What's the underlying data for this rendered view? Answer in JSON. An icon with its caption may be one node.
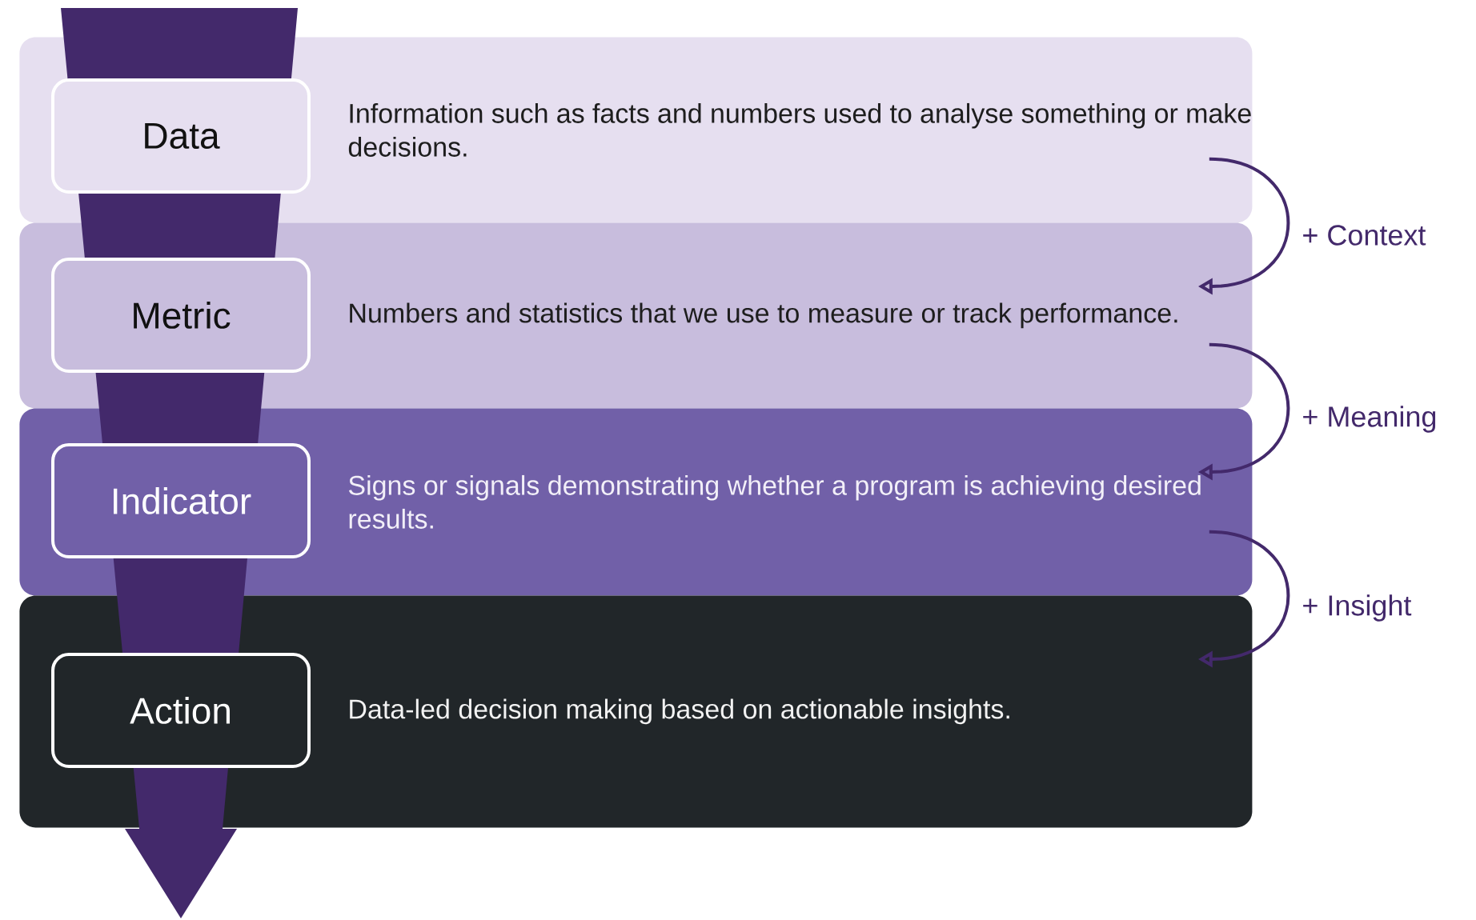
{
  "diagram": {
    "nodes": [
      {
        "text": [
          "Information such as facts and numbers used to analyse something or make decisions."
        ]
      },
      {
        "text": [
          "Data"
        ],
        "in": 0
      },
      {
        "text": [
          "Numbers and statistics that we use to measure or track performance."
        ]
      },
      {
        "text": [
          "Metric"
        ],
        "in": 2
      },
      {
        "text": [
          "Signs or signals demonstrating whether a program is achieving desired results."
        ]
      },
      {
        "text": [
          "Indicator"
        ],
        "in": 4
      },
      {
        "text": [
          "Data-led decision making based on actionable insights."
        ]
      },
      {
        "text": [
          "Action"
        ],
        "in": 6
      }
    ],
    "edges": [
      {
        "from": 0,
        "to": 2,
        "arrow": "to",
        "label": "+ Context"
      },
      {
        "from": 2,
        "to": 4,
        "arrow": "to",
        "label": "+ Meaning"
      },
      {
        "from": 4,
        "to": 6,
        "arrow": "to",
        "label": "+ Insight"
      }
    ]
  }
}
